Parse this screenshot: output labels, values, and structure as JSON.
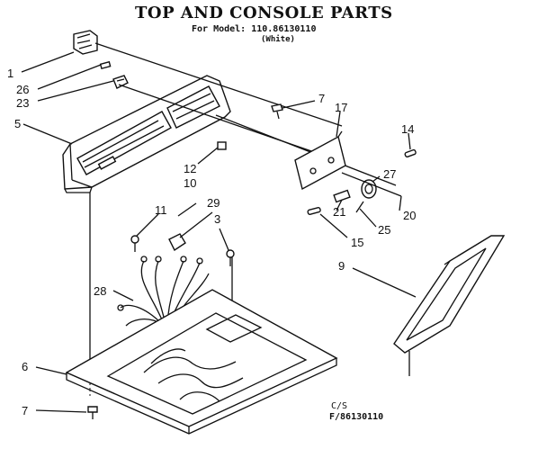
{
  "header": {
    "title": "TOP AND CONSOLE PARTS",
    "model_line": "For Model: 110.86130110",
    "variant": "(White)"
  },
  "footer": {
    "cs": "C/S",
    "drawing_number": "F/86130110"
  },
  "callouts": {
    "c1": "1",
    "c26": "26",
    "c23": "23",
    "c5": "5",
    "c7a": "7",
    "c17": "17",
    "c14": "14",
    "c12": "12",
    "c10": "10",
    "c11": "11",
    "c29": "29",
    "c3": "3",
    "c27": "27",
    "c21": "21",
    "c25": "25",
    "c20": "20",
    "c15": "15",
    "c9": "9",
    "c28": "28",
    "c6": "6",
    "c7b": "7"
  }
}
